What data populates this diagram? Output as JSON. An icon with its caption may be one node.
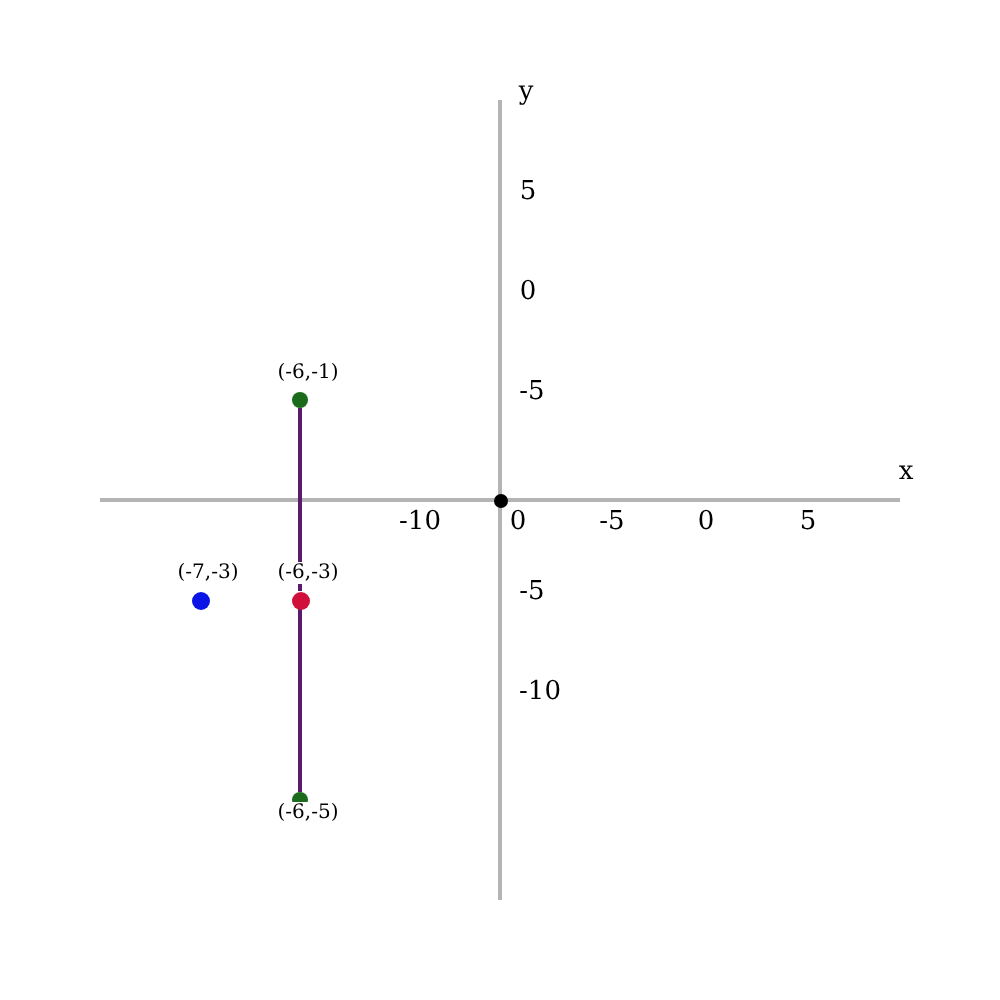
{
  "diagram": {
    "nodes": [
      {
        "text": [],
        "shape": "circle",
        "beside": [
          "(-6,-1)"
        ]
      },
      {
        "text": [],
        "shape": "circle",
        "beside": [
          "(-6,-3)"
        ]
      },
      {
        "text": [],
        "shape": "circle",
        "beside": [
          "(-6,-5)"
        ]
      },
      {
        "text": [],
        "shape": "circle",
        "beside": [
          "(-7,-3)"
        ]
      },
      {
        "text": [],
        "shape": "circle"
      }
    ],
    "edges": [
      {
        "from": 0,
        "to": 1,
        "arrow": "none"
      },
      {
        "from": 1,
        "to": 2,
        "arrow": "none"
      }
    ],
    "labels": [
      "y",
      "5",
      "0",
      "-5",
      "x",
      "-10",
      "0",
      "-5",
      "0",
      "5",
      "-5",
      "-10"
    ]
  }
}
